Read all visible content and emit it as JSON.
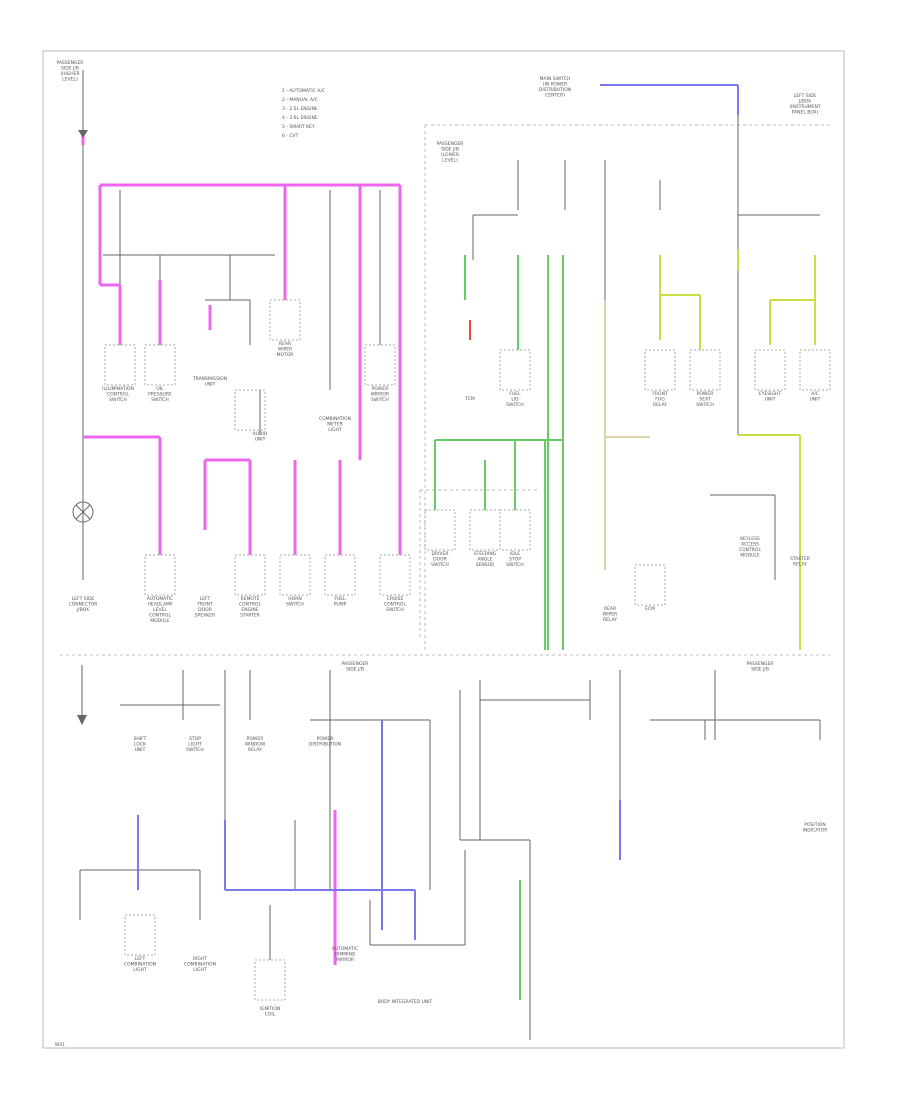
{
  "diagram": {
    "legend": [
      "1 - AUTOMATIC A/C",
      "2 - MANUAL A/C",
      "3 - 2.5L ENGINE",
      "4 - 3.6L ENGINE",
      "5 - SMART KEY",
      "6 - CVT"
    ],
    "top_left_label": [
      "PASSENGER",
      "SIDE J/B",
      "(HIGHER",
      "LEVEL)"
    ],
    "top_right_label": [
      "MAIN SWITCH",
      "(IN POWER",
      "DISTRIBUTION",
      "CENTER)"
    ],
    "right_top_label": [
      "LEFT SIDE",
      "J/BOX",
      "(INSTRUMENT",
      "PANEL BOX)"
    ],
    "left_mid_label": [
      "LEFT SIDE",
      "CONNECTOR",
      "J/BOX"
    ],
    "center_mid_label": [
      "PASSENGER",
      "SIDE J/B"
    ],
    "center_low_label": [
      "PASSENGER",
      "SIDE J/B",
      "(LOWER",
      "LEVEL)"
    ],
    "right_low_label": [
      "PASSENGER",
      "SIDE J/B"
    ],
    "components": [
      {
        "id": "ill-conn",
        "lines": [
          "ILLUMINATION",
          "CONTROL",
          "SWITCH"
        ]
      },
      {
        "id": "combo-meter",
        "lines": [
          "OIL",
          "PRESSURE",
          "SWITCH"
        ]
      },
      {
        "id": "transmission",
        "lines": [
          "TRANSMISSION",
          "UNIT"
        ]
      },
      {
        "id": "rear-def",
        "lines": [
          "REAR",
          "WIPER",
          "MOTOR"
        ]
      },
      {
        "id": "pwr-mirror",
        "lines": [
          "POWER",
          "MIRROR",
          "SWITCH"
        ]
      },
      {
        "id": "audio",
        "lines": [
          "AUDIO",
          "UNIT"
        ]
      },
      {
        "id": "combination-meter",
        "lines": [
          "COMBINATION",
          "METER",
          "LIGHT"
        ]
      },
      {
        "id": "auto-light",
        "lines": [
          "AUTOMATIC",
          "HEADLAMP",
          "LEVEL",
          "CONTROL",
          "MODULE"
        ]
      },
      {
        "id": "left-headlamp",
        "lines": [
          "LEFT",
          "FRONT",
          "DOOR",
          "SPEAKER"
        ]
      },
      {
        "id": "keyless",
        "lines": [
          "REMOTE",
          "CONTROL",
          "ENGINE",
          "STARTER"
        ]
      },
      {
        "id": "horn",
        "lines": [
          "HORN",
          "SWITCH"
        ]
      },
      {
        "id": "fuel",
        "lines": [
          "FUEL",
          "PUMP"
        ]
      },
      {
        "id": "cruise",
        "lines": [
          "CRUISE",
          "CONTROL",
          "SWITCH"
        ]
      },
      {
        "id": "driver-door",
        "lines": [
          "DRIVER",
          "DOOR",
          "SWITCH"
        ]
      },
      {
        "id": "steering",
        "lines": [
          "STEERING",
          "ANGLE",
          "SENSOR"
        ]
      },
      {
        "id": "idle-stop",
        "lines": [
          "IDLE",
          "STOP",
          "SWITCH"
        ]
      },
      {
        "id": "fuel-lid",
        "lines": [
          "FUEL",
          "LID",
          "SWITCH"
        ]
      },
      {
        "id": "front-fog",
        "lines": [
          "FRONT",
          "FOG",
          "RELAY"
        ]
      },
      {
        "id": "power-seat",
        "lines": [
          "POWER",
          "SEAT",
          "SWITCH"
        ]
      },
      {
        "id": "eyesight",
        "lines": [
          "EYESIGHT",
          "UNIT"
        ]
      },
      {
        "id": "hvac",
        "lines": [
          "A/C",
          "UNIT"
        ]
      },
      {
        "id": "rear-wiper",
        "lines": [
          "REAR",
          "WIPER",
          "RELAY"
        ]
      },
      {
        "id": "ecm",
        "lines": [
          "ECM"
        ]
      },
      {
        "id": "tcm",
        "lines": [
          "TCM"
        ]
      },
      {
        "id": "keyless-ac",
        "lines": [
          "KEYLESS",
          "ACCESS",
          "CONTROL",
          "MODULE"
        ]
      },
      {
        "id": "starter",
        "lines": [
          "STARTER",
          "RELAY"
        ]
      },
      {
        "id": "left-rear",
        "lines": [
          "LEFT",
          "COMBINATION",
          "LIGHT"
        ]
      },
      {
        "id": "right-rear",
        "lines": [
          "RIGHT",
          "COMBINATION",
          "LIGHT"
        ]
      },
      {
        "id": "ignition",
        "lines": [
          "IGNITION",
          "COIL"
        ]
      },
      {
        "id": "mirror-bottom",
        "lines": [
          "AUTOMATIC",
          "DIMMING",
          "MIRROR"
        ]
      },
      {
        "id": "shift-lock",
        "lines": [
          "SHIFT",
          "LOCK",
          "UNIT"
        ]
      },
      {
        "id": "stop-light",
        "lines": [
          "STOP",
          "LIGHT",
          "SWITCH"
        ]
      },
      {
        "id": "power-window",
        "lines": [
          "POWER",
          "WINDOW",
          "RELAY"
        ]
      },
      {
        "id": "power-dist",
        "lines": [
          "POWER",
          "DISTRIBUTION"
        ]
      }
    ],
    "bottom_center_label": "BODY INTEGRATED UNIT",
    "right_note": [
      "POSITION",
      "INDICATOR"
    ],
    "corner_tag": "W01"
  }
}
